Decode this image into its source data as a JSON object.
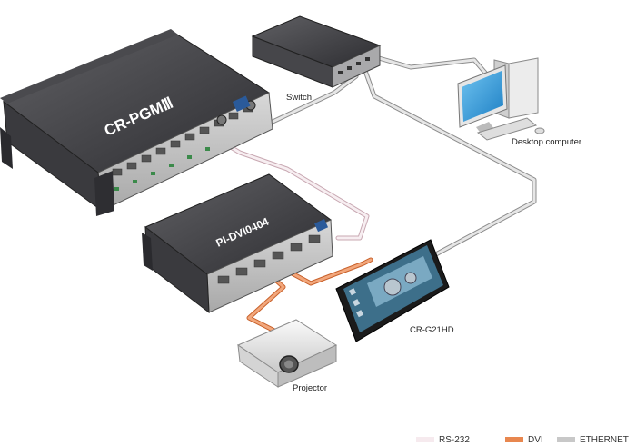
{
  "devices": {
    "main_device_brand": "CR-PGMⅢ",
    "matrix_brand": "PI-DVI0404",
    "switch_label": "Switch",
    "desktop_label": "Desktop computer",
    "touchpanel_label": "CR-G21HD",
    "projector_label": "Projector"
  },
  "legend": {
    "rs232": {
      "label": "RS-232",
      "color": "#f6eaee"
    },
    "dvi": {
      "label": "DVI",
      "color": "#e8874f"
    },
    "ethernet": {
      "label": "ETHERNET",
      "color": "#c8c8c8"
    }
  }
}
